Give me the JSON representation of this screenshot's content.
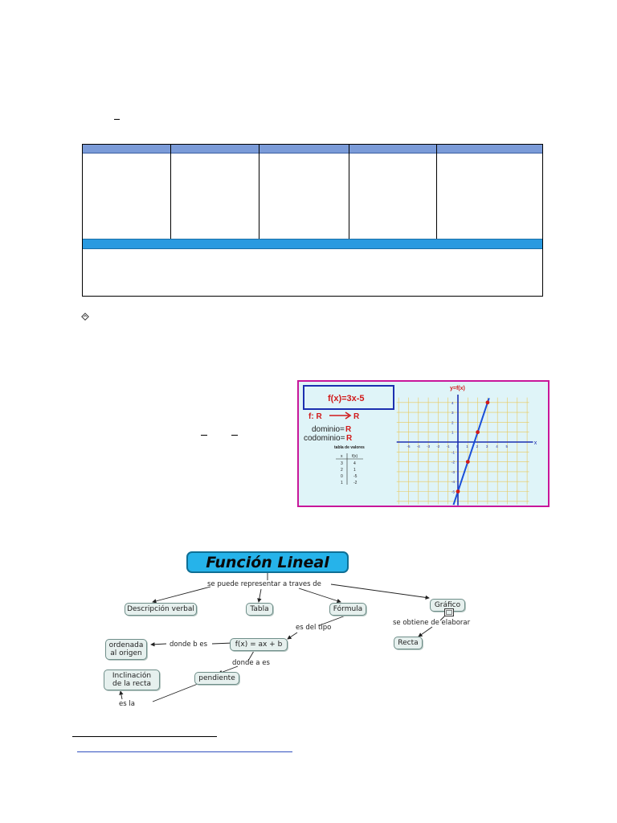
{
  "concept_map": {
    "title": "Función Lineal",
    "links": {
      "represent": "se puede representar a traves de",
      "type": "es del tipo",
      "b_is": "donde b es",
      "a_is": "donde a es",
      "obtained": "se obtiene de elaborar",
      "is_the": "es la"
    },
    "nodes": {
      "verbal": "Descripción verbal",
      "table": "Tabla",
      "formula": "Fórmula",
      "graph": "Gráfico",
      "equation": "f(x) = ax + b",
      "intercept": "ordenada al origen",
      "line": "Recta",
      "slope": "pendiente",
      "inclination": "Inclinación de la recta"
    }
  },
  "graph_image": {
    "function_label": "f(x)=3x-5",
    "mapping_left": "f: R",
    "mapping_right": "R",
    "domain_label": "dominio=",
    "domain_value": "R",
    "codomain_label": "codominio=",
    "codomain_value": "R",
    "table_title": "tabla de valores",
    "table_headers": [
      "x",
      "f(x)"
    ],
    "table_rows": [
      [
        "3",
        "4"
      ],
      [
        "2",
        "1"
      ],
      [
        "0",
        "-5"
      ],
      [
        "1",
        "-2"
      ]
    ],
    "axis_y_label": "y=f(x)",
    "axis_x_label": "x",
    "x_ticks": [
      "-5",
      "-4",
      "-3",
      "-2",
      "-1",
      "0",
      "1",
      "2",
      "3",
      "4",
      "5"
    ],
    "y_ticks": [
      "4",
      "3",
      "2",
      "1",
      "-1",
      "-2",
      "-3",
      "-4",
      "-5"
    ],
    "points": [
      [
        3,
        4
      ],
      [
        2,
        1
      ],
      [
        1,
        -2
      ],
      [
        0,
        -5
      ]
    ],
    "colors": {
      "accent": "#d11a1a",
      "line": "#1a4fd8",
      "border": "#c8179a",
      "grid": "#e8c85a"
    }
  },
  "table": {
    "columns": 5
  }
}
